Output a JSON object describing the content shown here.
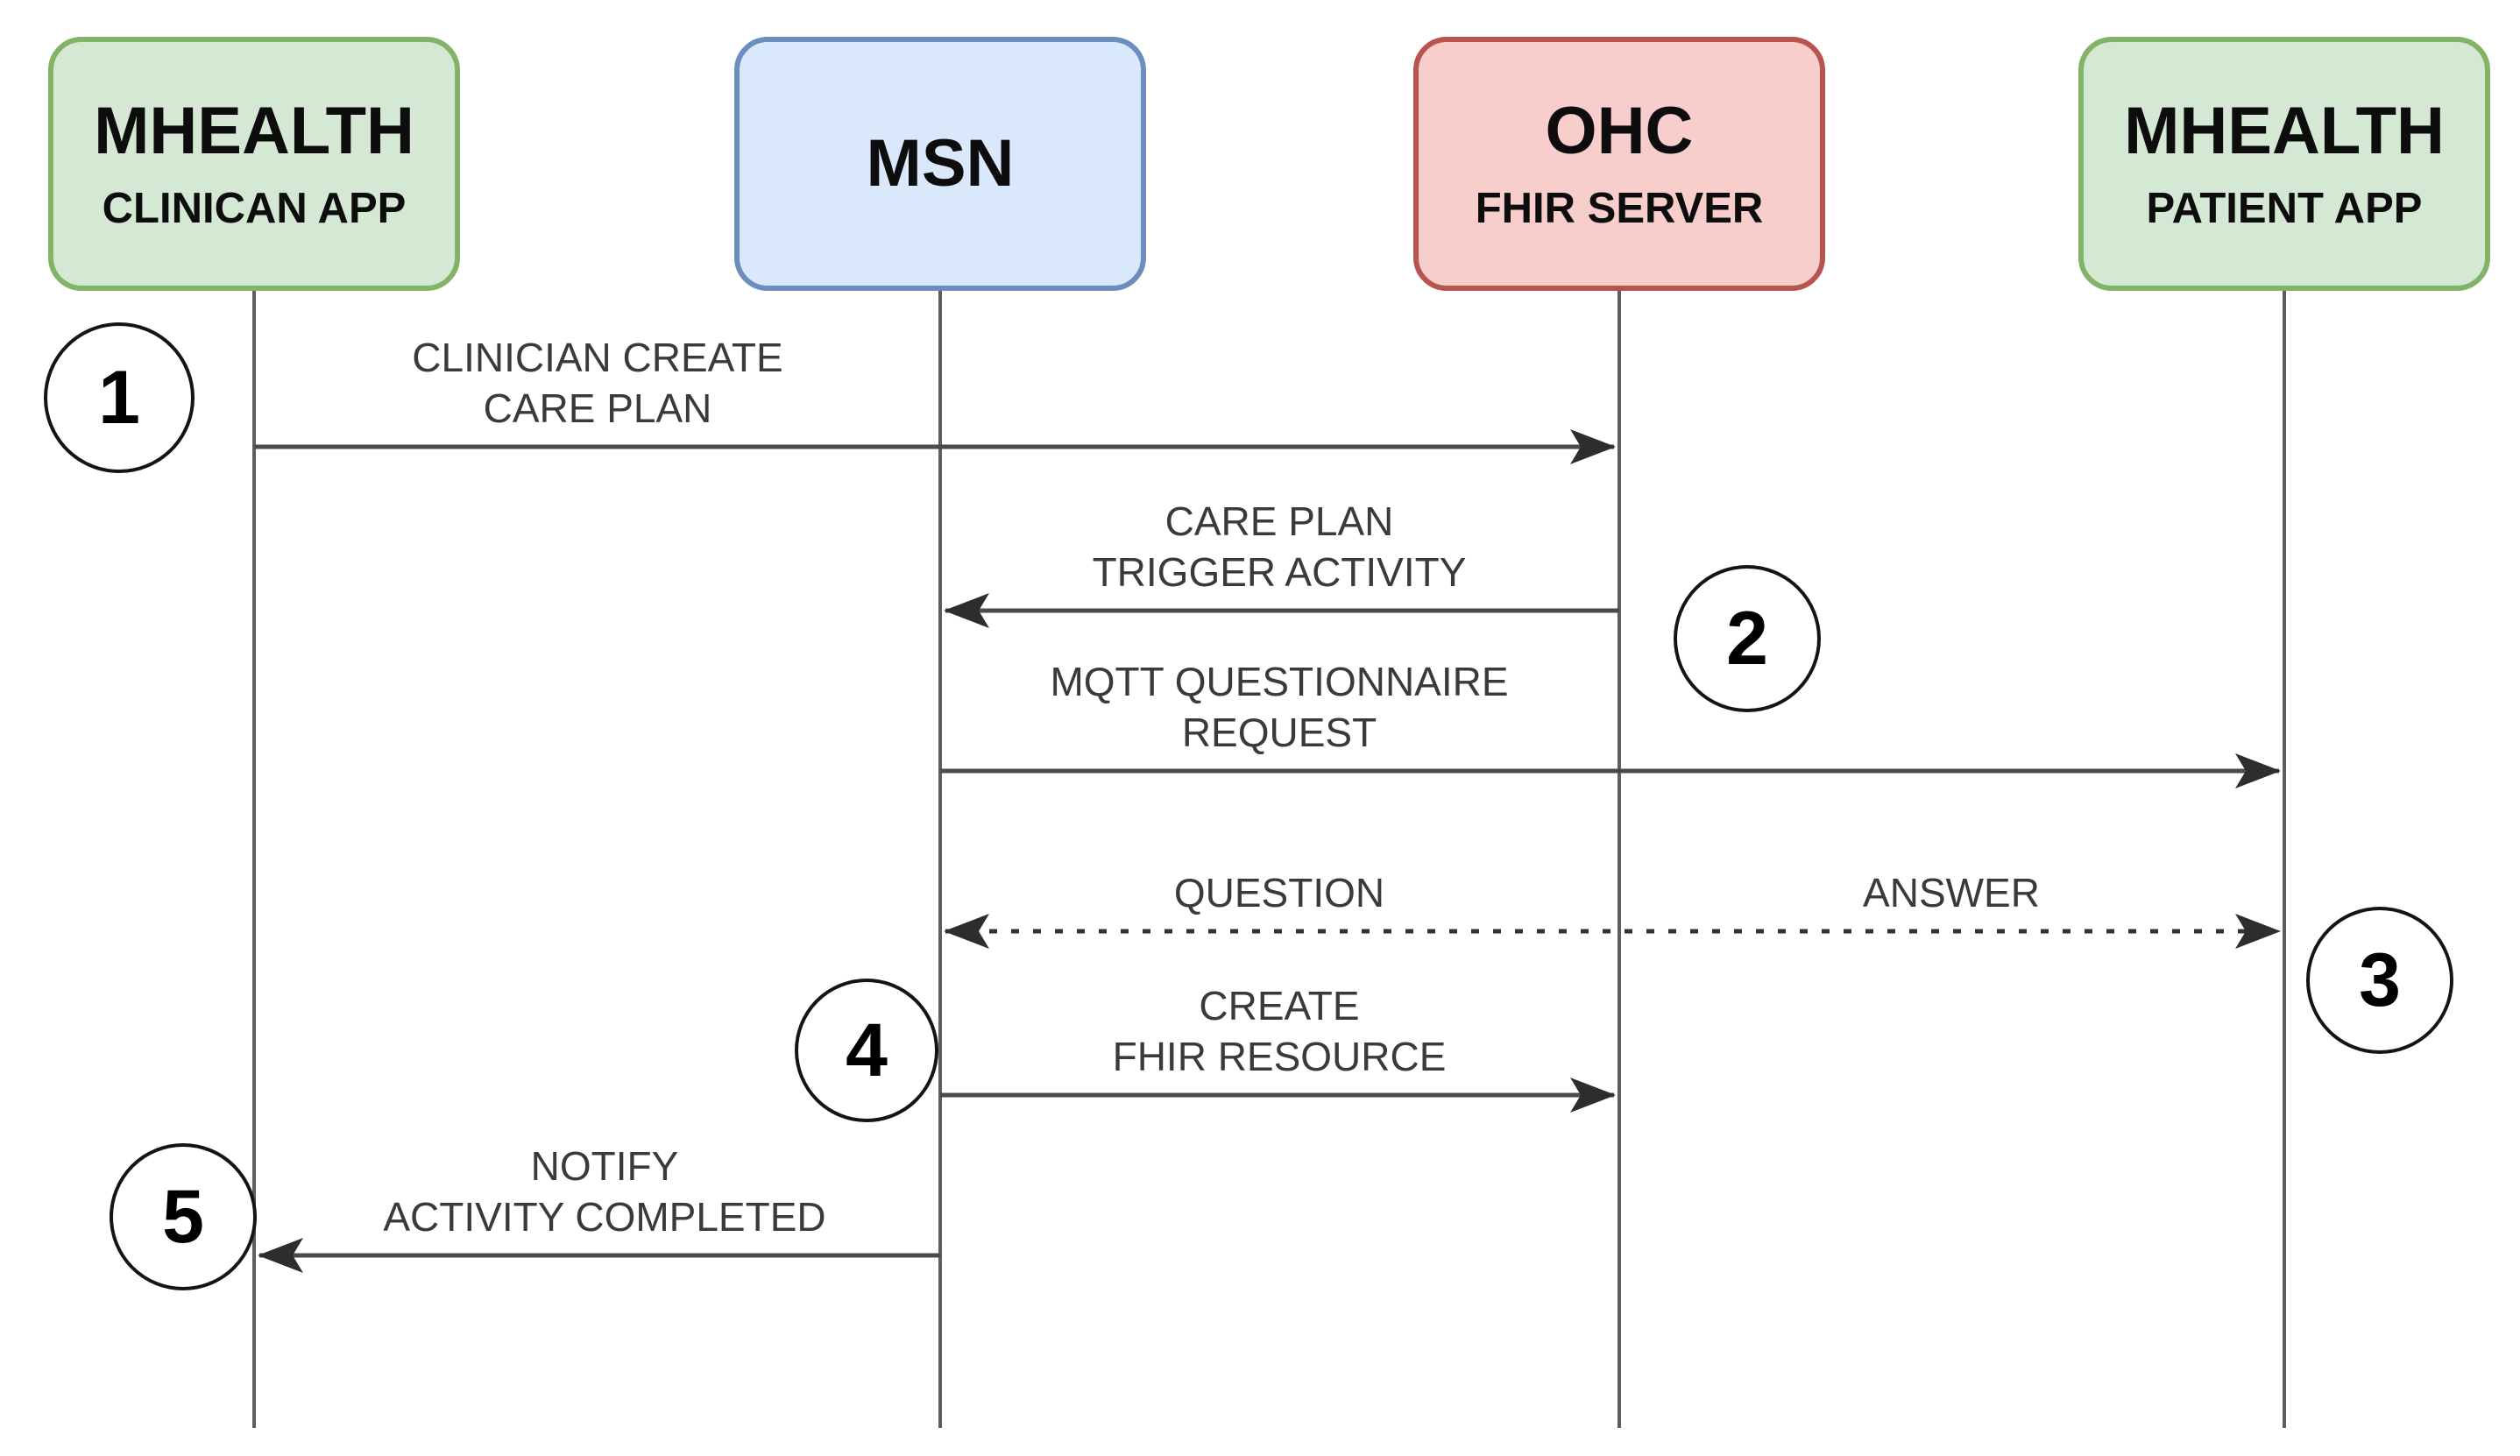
{
  "diagram": {
    "type": "sequence-diagram",
    "actors": [
      {
        "title": "MHEALTH",
        "subtitle": "CLINICAN APP",
        "fill": "#d5e8d4",
        "stroke": "#82b366"
      },
      {
        "title": "MSN",
        "subtitle": "",
        "fill": "#dae8fc",
        "stroke": "#6c8ebf"
      },
      {
        "title": "OHC",
        "subtitle": "FHIR SERVER",
        "fill": "#f8cecc",
        "stroke": "#b85450"
      },
      {
        "title": "MHEALTH",
        "subtitle": "PATIENT APP",
        "fill": "#d5e8d4",
        "stroke": "#82b366"
      }
    ],
    "messages": [
      {
        "label": "CLINICIAN CREATE\nCARE PLAN",
        "from": "MHEALTH CLINICAN APP",
        "to": "OHC FHIR SERVER",
        "style": "solid",
        "arrow": "right"
      },
      {
        "label": "CARE PLAN\nTRIGGER ACTIVITY",
        "from": "OHC FHIR SERVER",
        "to": "MSN",
        "style": "solid",
        "arrow": "left"
      },
      {
        "label": "MQTT QUESTIONNAIRE\nREQUEST",
        "from": "MSN",
        "to": "MHEALTH PATIENT APP",
        "style": "solid",
        "arrow": "right"
      },
      {
        "label": "QUESTION",
        "from": "MSN",
        "to": "MHEALTH PATIENT APP",
        "style": "dotted",
        "arrow": "both"
      },
      {
        "label": "ANSWER",
        "from": "MHEALTH PATIENT APP",
        "to": "MSN",
        "style": "dotted",
        "arrow": "both"
      },
      {
        "label": "CREATE\nFHIR RESOURCE",
        "from": "MSN",
        "to": "OHC FHIR SERVER",
        "style": "solid",
        "arrow": "right"
      },
      {
        "label": "NOTIFY\nACTIVITY COMPLETED",
        "from": "MSN",
        "to": "MHEALTH CLINICAN APP",
        "style": "solid",
        "arrow": "left"
      }
    ],
    "steps": [
      {
        "number": "1"
      },
      {
        "number": "2"
      },
      {
        "number": "3"
      },
      {
        "number": "4"
      },
      {
        "number": "5"
      }
    ],
    "colors": {
      "background": "#ffffff",
      "green_fill": "#d5e8d4",
      "green_stroke": "#82b366",
      "blue_fill": "#dae8fc",
      "blue_stroke": "#6c8ebf",
      "red_fill": "#f8cecc",
      "red_stroke": "#b85450",
      "line": "#4a4a4a",
      "lifeline": "#5e5e5e",
      "arrowhead": "#2d2d2d",
      "label_text": "#3a3a3a"
    }
  }
}
